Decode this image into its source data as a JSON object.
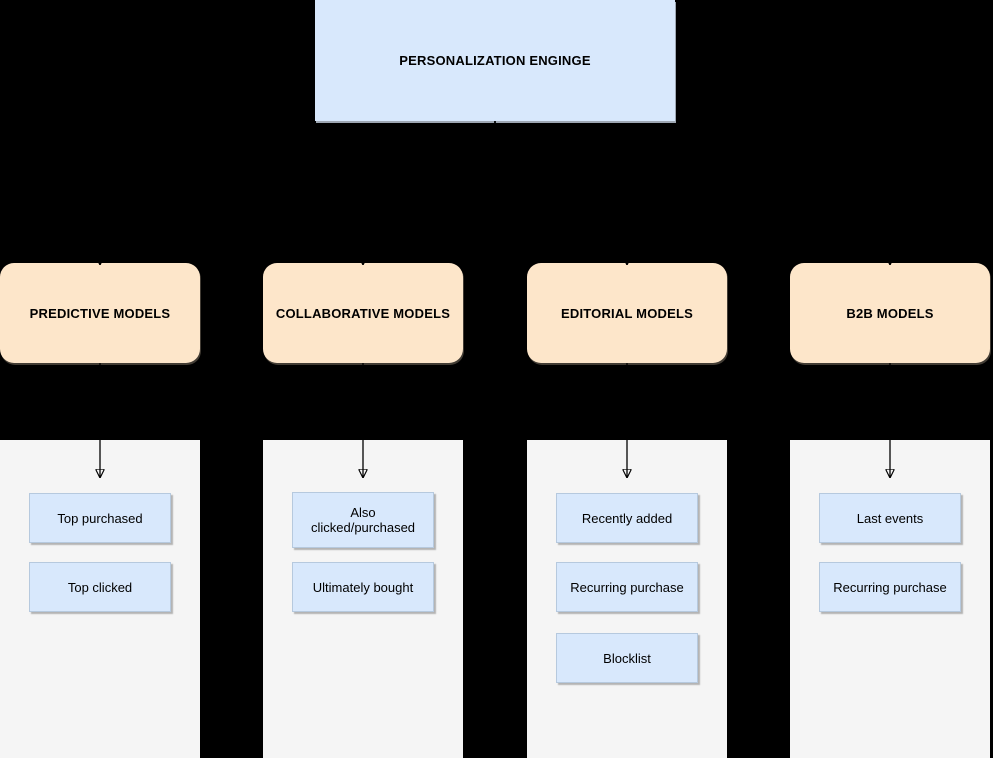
{
  "diagram": {
    "title_node": {
      "label": "PERSONALIZATION ENGINGE"
    },
    "columns": [
      {
        "label": "PREDICTIVE MODELS",
        "items": [
          "Top purchased",
          "Top clicked"
        ]
      },
      {
        "label": "COLLABORATIVE MODELS",
        "items": [
          "Also\nclicked/purchased",
          "Ultimately bought"
        ]
      },
      {
        "label": "EDITORIAL MODELS",
        "items": [
          "Recently added",
          "Recurring purchase",
          "Blocklist"
        ]
      },
      {
        "label": "B2B MODELS",
        "items": [
          "Last events",
          "Recurring purchase"
        ]
      }
    ],
    "colors": {
      "background": "#000000",
      "root_node_fill": "#d8e8fc",
      "category_node_fill": "#fde6ca",
      "item_fill": "#d8e8fc",
      "item_border": "#b6c9de",
      "group_container_fill": "#f5f5f5",
      "connector": "#000000",
      "text": "#000000"
    }
  }
}
